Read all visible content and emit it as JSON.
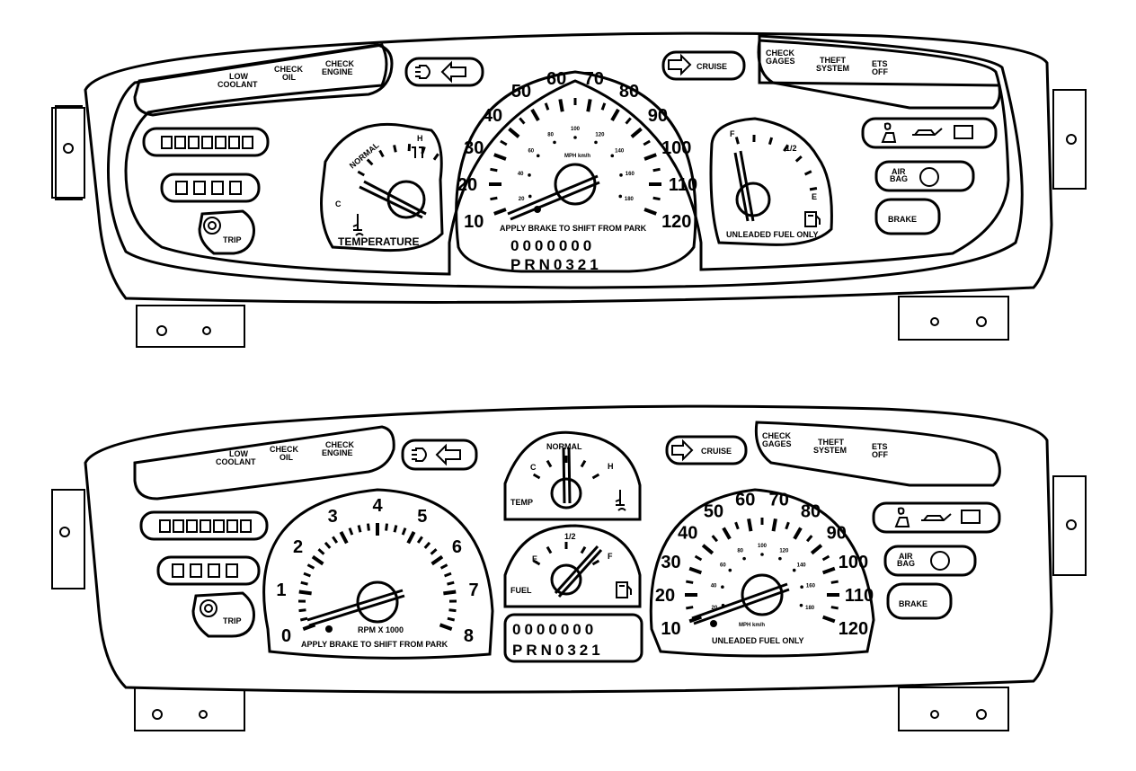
{
  "cluster_top": {
    "warnings_left": {
      "low_coolant": "LOW\nCOOLANT",
      "check_oil": "CHECK\nOIL",
      "check_engine": "CHECK\nENGINE"
    },
    "warnings_right": {
      "check_gages": "CHECK\nGAGES",
      "theft_system": "THEFT\nSYSTEM",
      "ets_off": "ETS\nOFF"
    },
    "cruise": "CRUISE",
    "trip": "TRIP",
    "odometer_digits": 7,
    "trip_digits": 4,
    "temperature": {
      "label": "TEMPERATURE",
      "normal": "NORMAL",
      "cold": "C",
      "hot": "H"
    },
    "speedometer": {
      "mph": [
        "10",
        "20",
        "30",
        "40",
        "50",
        "60",
        "70",
        "80",
        "90",
        "100",
        "110",
        "120"
      ],
      "kmh": [
        "20",
        "40",
        "60",
        "80",
        "100",
        "120",
        "140",
        "160",
        "180"
      ],
      "unit": "MPH km/h",
      "note": "APPLY BRAKE TO SHIFT FROM PARK",
      "digits": "0000000",
      "gears": "PRN0321"
    },
    "fuel": {
      "full": "F",
      "half": "1/2",
      "empty": "E",
      "note": "UNLEADED FUEL ONLY"
    },
    "air_bag": "AIR\nBAG",
    "brake": "BRAKE"
  },
  "cluster_bottom": {
    "warnings_left": {
      "low_coolant": "LOW\nCOOLANT",
      "check_oil": "CHECK\nOIL",
      "check_engine": "CHECK\nENGINE"
    },
    "warnings_right": {
      "check_gages": "CHECK\nGAGES",
      "theft_system": "THEFT\nSYSTEM",
      "ets_off": "ETS\nOFF"
    },
    "cruise": "CRUISE",
    "trip": "TRIP",
    "tachometer": {
      "values": [
        "0",
        "1",
        "2",
        "3",
        "4",
        "5",
        "6",
        "7",
        "8"
      ],
      "unit": "RPM X 1000",
      "note": "APPLY BRAKE TO SHIFT FROM PARK"
    },
    "temp": {
      "label": "TEMP",
      "normal": "NORMAL",
      "cold": "C",
      "hot": "H"
    },
    "fuel": {
      "label": "FUEL",
      "empty": "E",
      "half": "1/2",
      "full": "F"
    },
    "odometer": "0000000",
    "gears": "PRN0321",
    "speedometer": {
      "mph": [
        "10",
        "20",
        "30",
        "40",
        "50",
        "60",
        "70",
        "80",
        "90",
        "100",
        "110",
        "120"
      ],
      "kmh": [
        "20",
        "40",
        "60",
        "80",
        "100",
        "120",
        "140",
        "160",
        "180"
      ],
      "unit": "MPH km/h",
      "note": "UNLEADED FUEL ONLY"
    },
    "air_bag": "AIR\nBAG",
    "brake": "BRAKE"
  }
}
